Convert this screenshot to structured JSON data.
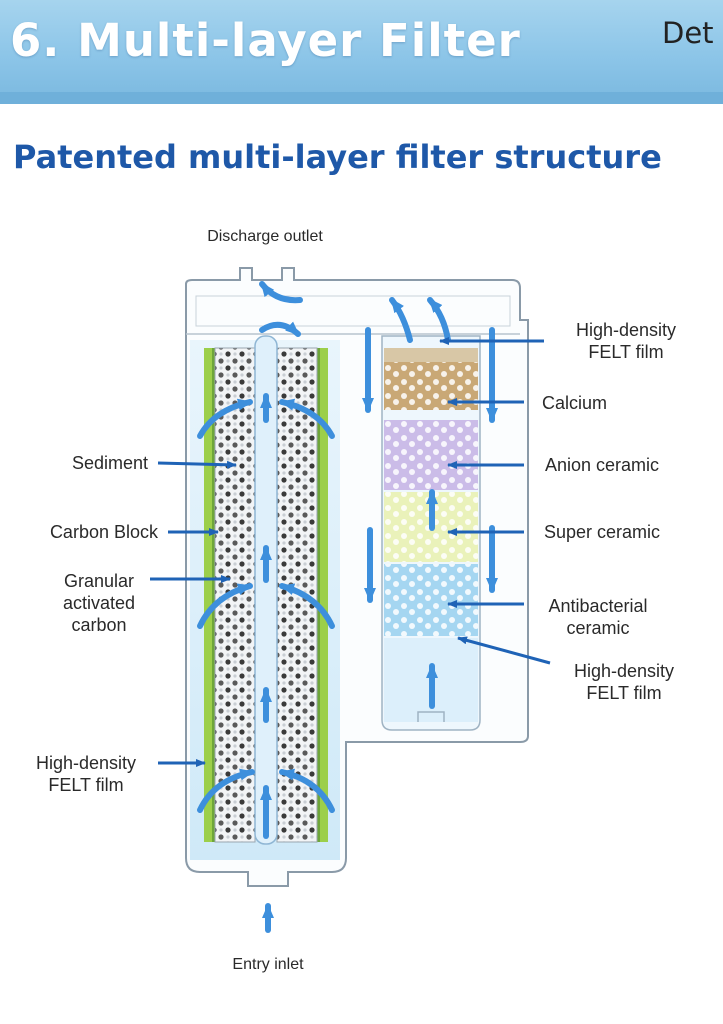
{
  "header": {
    "title": "6. Multi-layer Filter",
    "right_text": "Det"
  },
  "subtitle": "Patented multi-layer filter structure",
  "diagram": {
    "top_label": "Discharge outlet",
    "bottom_label": "Entry inlet",
    "left_labels": {
      "sediment": "Sediment",
      "carbon_block": "Carbon Block",
      "granular": [
        "Granular",
        "activated",
        "carbon"
      ],
      "felt": [
        "High-density",
        "FELT film"
      ]
    },
    "right_labels": {
      "felt_top": [
        "High-density",
        "FELT film"
      ],
      "calcium": "Calcium",
      "anion": "Anion ceramic",
      "super": "Super ceramic",
      "antibacterial": [
        "Antibacterial",
        "ceramic"
      ],
      "felt_bottom": [
        "High-density",
        "FELT film"
      ]
    }
  },
  "colors": {
    "banner": "#8cc5e8",
    "title_blue": "#1e58a8",
    "arrow_blue": "#1f63b6",
    "flow_blue": "#3d8fdc",
    "felt_green": "#9ccf4a",
    "calcium": "#c9a876",
    "anion": "#c9b9e6",
    "super": "#e8f0b8",
    "antibacterial": "#9fd3ef"
  }
}
